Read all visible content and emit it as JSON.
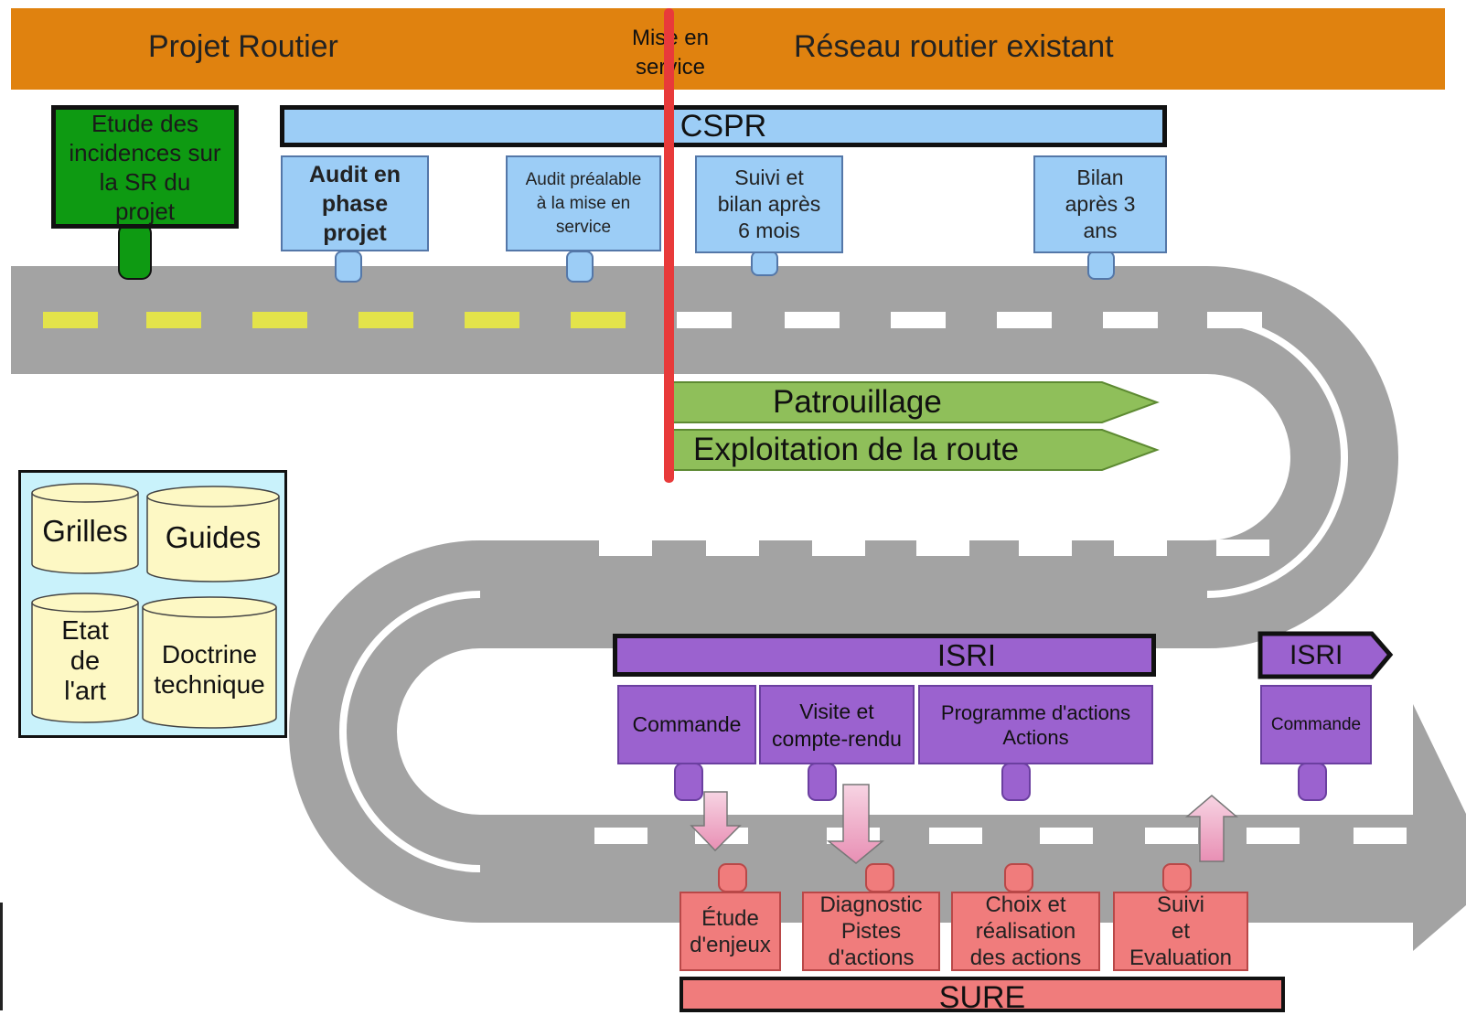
{
  "header": {
    "left_label": "Projet Routier",
    "milestone_label": "Mise en\nservice",
    "right_label": "Réseau routier existant",
    "color": "#e0820f"
  },
  "green_box": {
    "label": "Etude des\nincidences sur\nla SR du\nprojet",
    "color": "#0e9a12"
  },
  "cspr": {
    "title": "CSPR",
    "color": "#9ccdf6",
    "stages": [
      {
        "label": "Audit en\nphase\nprojet"
      },
      {
        "label": "Audit préalable\nà la mise en\nservice"
      },
      {
        "label": "Suivi et\nbilan après\n6 mois"
      },
      {
        "label": "Bilan\naprès 3\nans"
      }
    ]
  },
  "green_arrows": [
    {
      "label": "Patrouillage"
    },
    {
      "label": "Exploitation de la route"
    }
  ],
  "legend": {
    "items": [
      {
        "label": "Grilles"
      },
      {
        "label": "Guides"
      },
      {
        "label": "Etat\nde\nl'art"
      },
      {
        "label": "Doctrine\ntechnique"
      }
    ]
  },
  "isri": {
    "title": "ISRI",
    "second_title": "ISRI",
    "color": "#9b62cf",
    "stages": [
      {
        "label": "Commande"
      },
      {
        "label": "Visite et\ncompte-rendu"
      },
      {
        "label": "Programme d'actions\nActions"
      }
    ],
    "second_stage": {
      "label": "Commande"
    }
  },
  "sure": {
    "title": "SURE",
    "color": "#f07c7c",
    "stages": [
      {
        "label": "Étude\nd'enjeux"
      },
      {
        "label": "Diagnostic\nPistes\nd'actions"
      },
      {
        "label": "Choix et\nréalisation\ndes actions"
      },
      {
        "label": "Suivi\net\nEvaluation"
      }
    ]
  },
  "colors": {
    "road": "#a3a3a3",
    "dash_project": "#e3e34a",
    "dash_existing": "#ffffff",
    "milestone_line": "#e83a3a",
    "arrow_green": "#8fbf5a",
    "arrow_pink": "#f3b6cf"
  }
}
